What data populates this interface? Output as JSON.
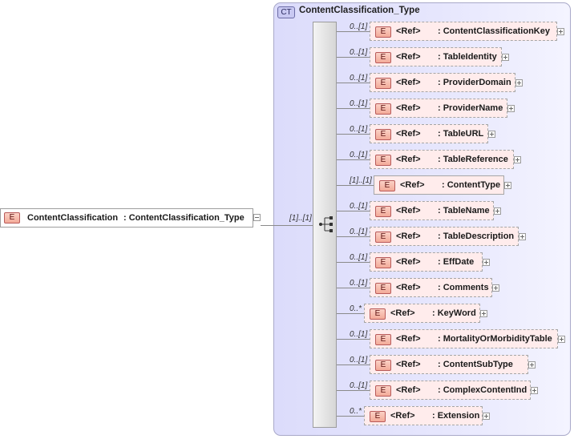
{
  "complex_type": {
    "badge": "CT",
    "name": "ContentClassification_Type"
  },
  "root_element": {
    "badge": "E",
    "name": "ContentClassification",
    "type": ": ContentClassification_Type",
    "cardinality": "[1]..[1]"
  },
  "children": [
    {
      "badge": "E",
      "ref": "<Ref>",
      "name": ": ContentClassificationKey",
      "cardinality": "0..[1]"
    },
    {
      "badge": "E",
      "ref": "<Ref>",
      "name": ": TableIdentity",
      "cardinality": "0..[1]"
    },
    {
      "badge": "E",
      "ref": "<Ref>",
      "name": ": ProviderDomain",
      "cardinality": "0..[1]"
    },
    {
      "badge": "E",
      "ref": "<Ref>",
      "name": ": ProviderName",
      "cardinality": "0..[1]"
    },
    {
      "badge": "E",
      "ref": "<Ref>",
      "name": ": TableURL",
      "cardinality": "0..[1]"
    },
    {
      "badge": "E",
      "ref": "<Ref>",
      "name": ": TableReference",
      "cardinality": "0..[1]"
    },
    {
      "badge": "E",
      "ref": "<Ref>",
      "name": ": ContentType",
      "cardinality": "[1]..[1]"
    },
    {
      "badge": "E",
      "ref": "<Ref>",
      "name": ": TableName",
      "cardinality": "0..[1]"
    },
    {
      "badge": "E",
      "ref": "<Ref>",
      "name": ": TableDescription",
      "cardinality": "0..[1]"
    },
    {
      "badge": "E",
      "ref": "<Ref>",
      "name": ": EffDate",
      "cardinality": "0..[1]"
    },
    {
      "badge": "E",
      "ref": "<Ref>",
      "name": ": Comments",
      "cardinality": "0..[1]"
    },
    {
      "badge": "E",
      "ref": "<Ref>",
      "name": ": KeyWord",
      "cardinality": "0..*"
    },
    {
      "badge": "E",
      "ref": "<Ref>",
      "name": ": MortalityOrMorbidityTable",
      "cardinality": "0..[1]"
    },
    {
      "badge": "E",
      "ref": "<Ref>",
      "name": ": ContentSubType",
      "cardinality": "0..[1]"
    },
    {
      "badge": "E",
      "ref": "<Ref>",
      "name": ": ComplexContentInd",
      "cardinality": "0..[1]"
    },
    {
      "badge": "E",
      "ref": "<Ref>",
      "name": ": Extension",
      "cardinality": "0..*"
    }
  ]
}
